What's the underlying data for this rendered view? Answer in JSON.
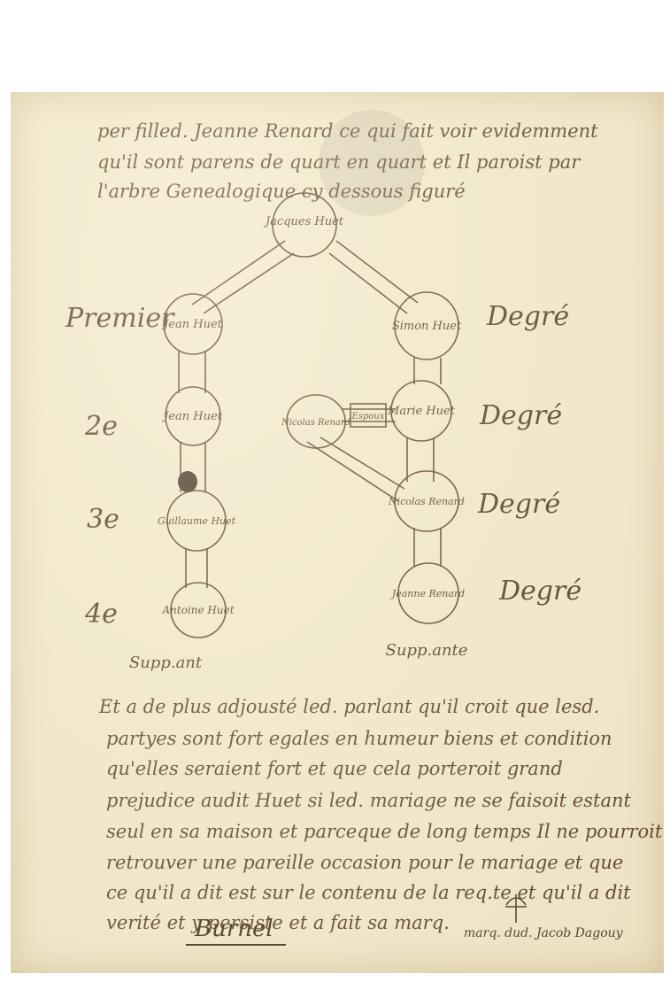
{
  "document": {
    "top_lines": [
      "per filled. Jeanne Renard ce qui fait voir evidemment",
      "qu'il sont parens de quart en quart et Il paroist par",
      "l'arbre Genealogique cy dessous figuré"
    ],
    "tree": {
      "root": "Jacques Huet",
      "left_branch": [
        "Jean Huet",
        "Jean Huet",
        "Guillaume Huet",
        "Antoine Huet"
      ],
      "right_branch": [
        "Simon Huet",
        "Marie Huet",
        "Nicolas Renard",
        "Jeanne Renard"
      ],
      "spouse": "Nicolas Renard",
      "spouse_link": "Espoux",
      "left_supp": "Supp.ant",
      "right_supp": "Supp.ante"
    },
    "degree_labels_left": [
      "Premier",
      "2e",
      "3e",
      "4e"
    ],
    "degree_labels_right": [
      "Degré",
      "Degré",
      "Degré",
      "Degré"
    ],
    "bottom_lines": [
      "Et a de plus adjousté led. parlant qu'il croit que lesd.",
      "partyes sont fort egales en humeur biens et condition",
      "qu'elles seraient fort et que cela porteroit grand",
      "prejudice audit Huet si led. mariage ne se faisoit estant",
      "seul en sa maison et parceque de long temps Il ne pourroit",
      "retrouver une pareille occasion pour le mariage et que",
      "ce qu'il a dit est sur le contenu de la req.te et qu'il a dit",
      "verité et y persiste et a fait sa marq."
    ],
    "signature": "Burnel",
    "mark_caption": "marq. dud. Jacob Dagouy"
  }
}
